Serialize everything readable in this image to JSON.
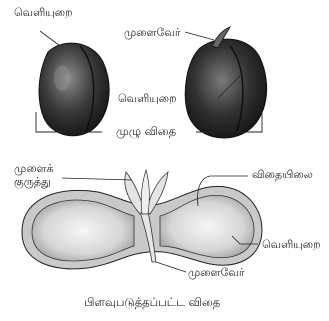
{
  "labels": {
    "seed_coat": "வெளியுறை",
    "radicle": "முளைவேர்",
    "plumule": "முளைக் குருத்து",
    "cotyledon": "விதையிலை"
  },
  "captions": {
    "whole_seed": "முழு விதை",
    "split_seed": "பிளவுபடுத்தப்பட்ட விதை"
  }
}
